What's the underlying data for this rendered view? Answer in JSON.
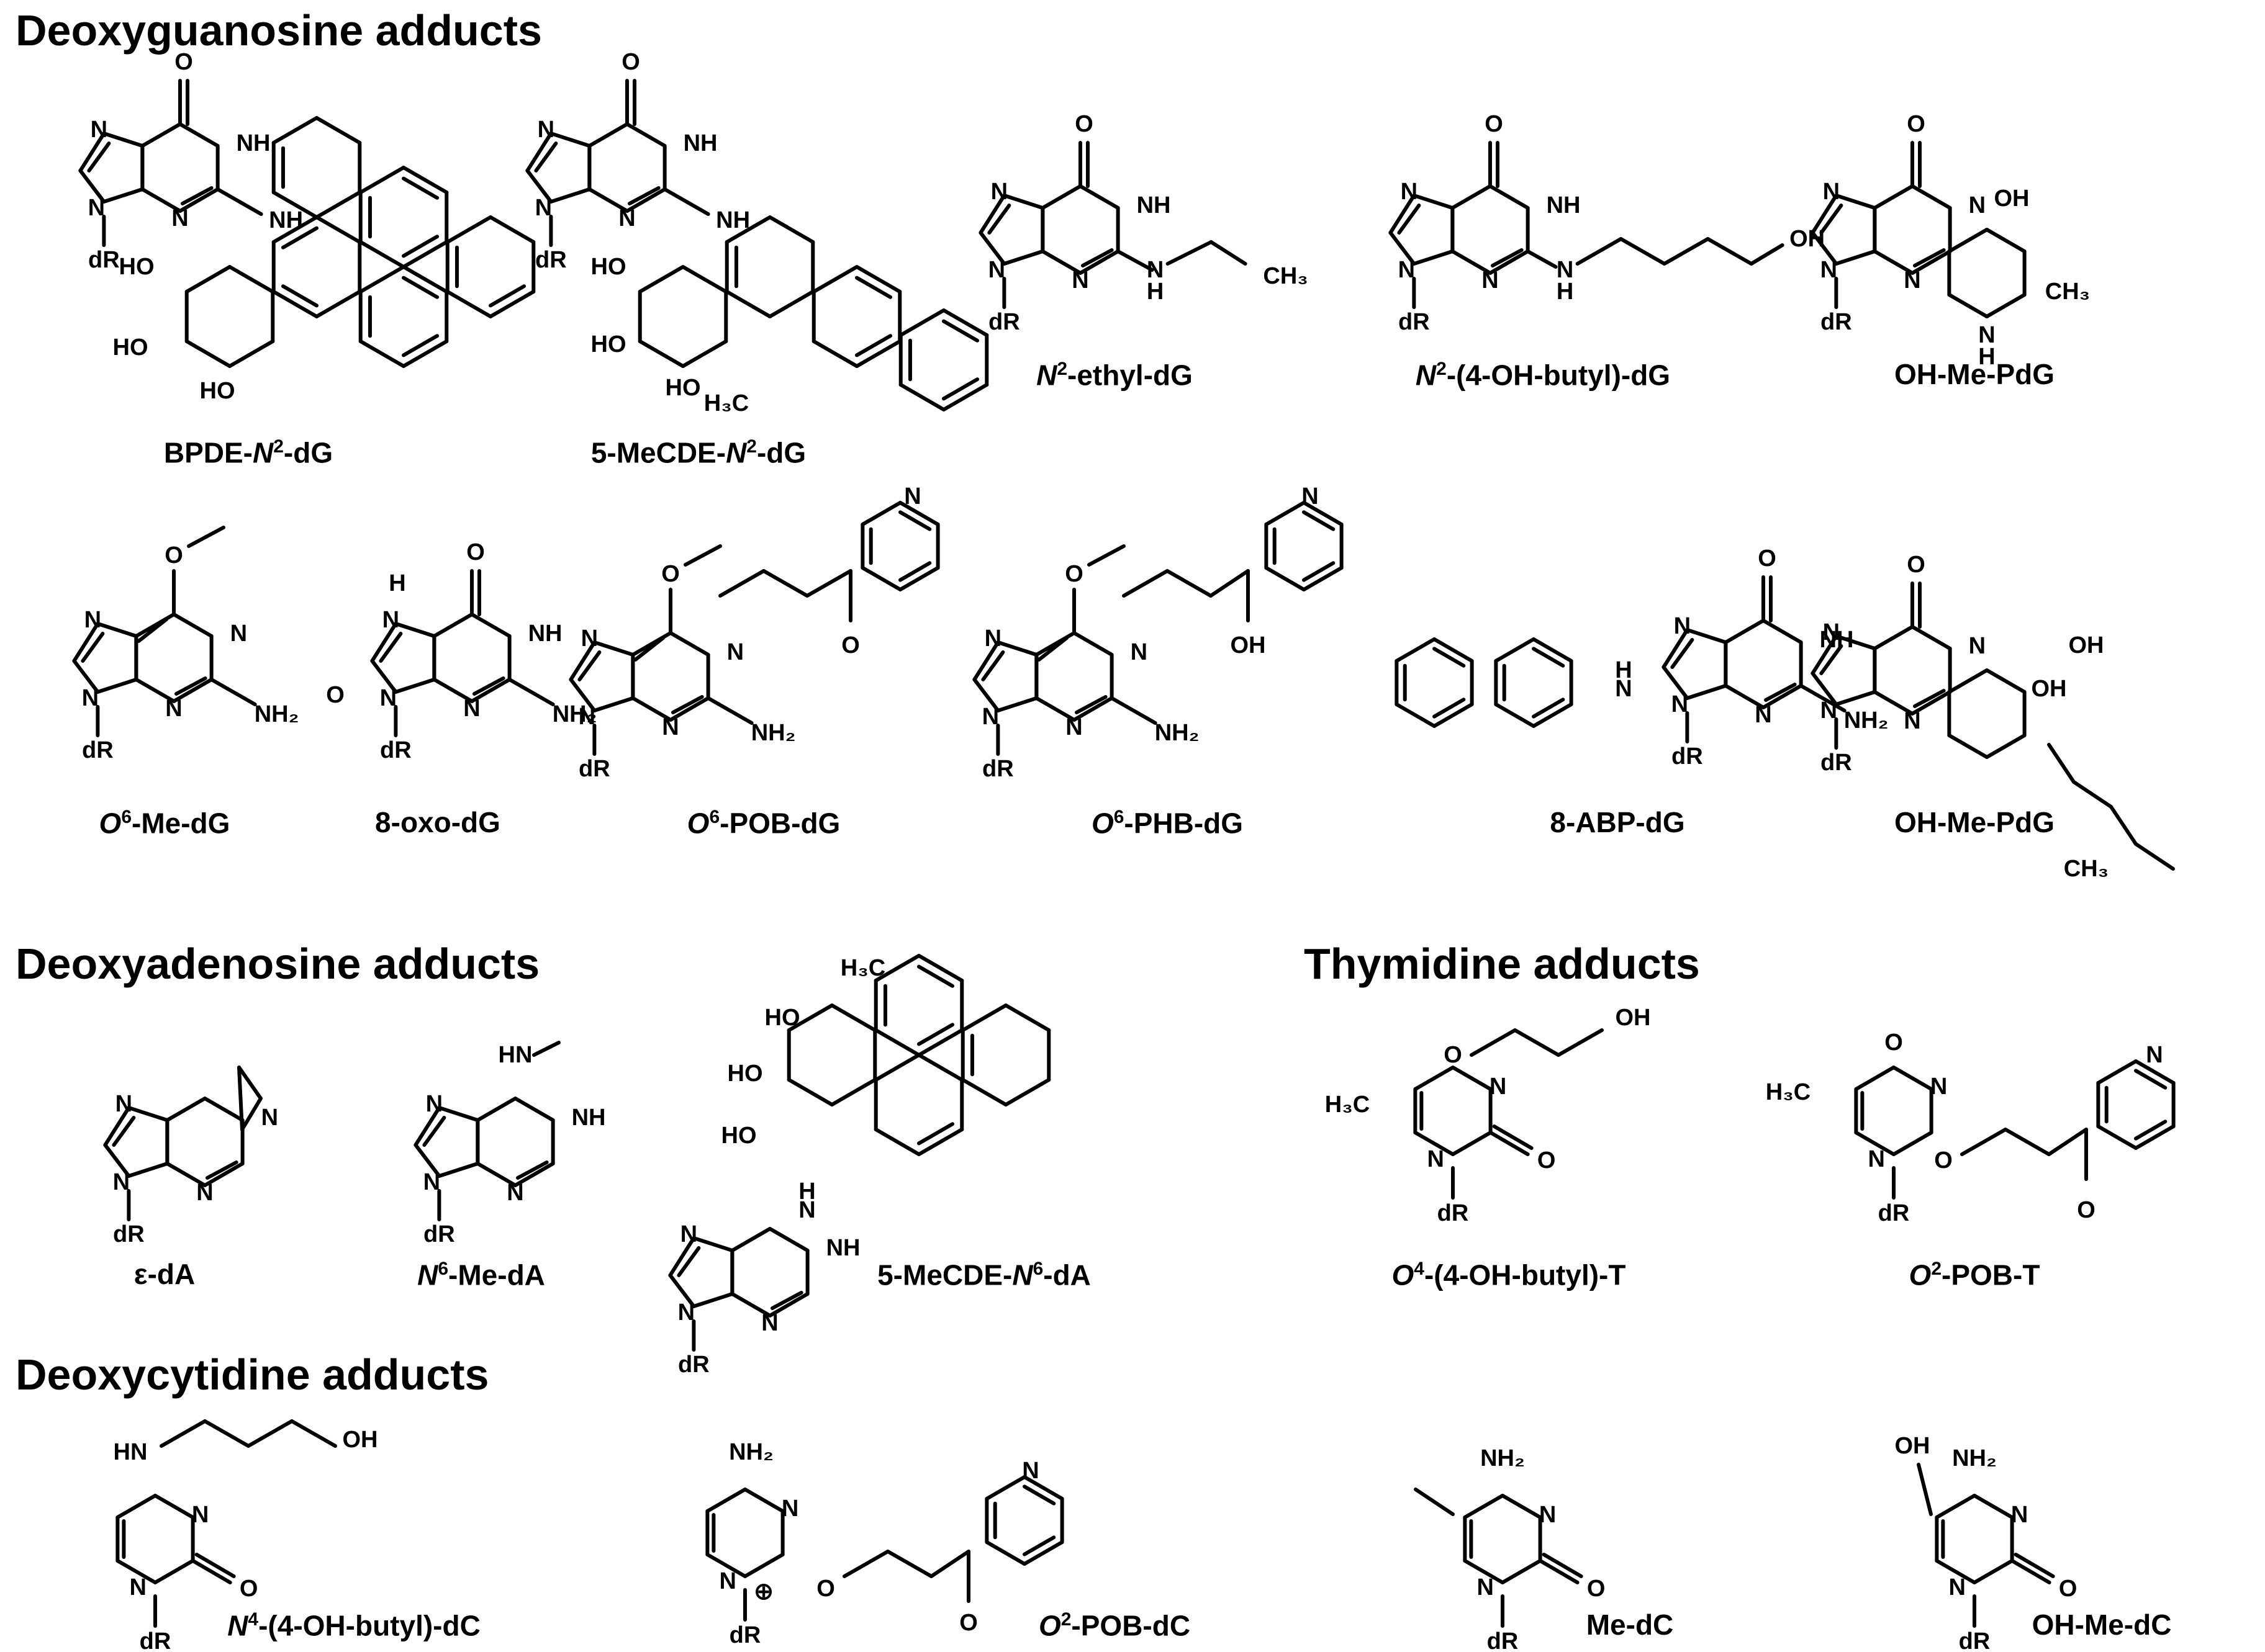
{
  "headings": {
    "dg": "Deoxyguanosine adducts",
    "da": "Deoxyadenosine adducts",
    "t": "Thymidine adducts",
    "dc": "Deoxycytidine adducts"
  },
  "labels": {
    "bpde": {
      "a": "BPDE-",
      "b": "N",
      "sup": "2",
      "c": "-dG"
    },
    "mecde_dg": {
      "a": "5-MeCDE-",
      "b": "N",
      "sup": "2",
      "c": "-dG"
    },
    "ethyl": {
      "a": "",
      "b": "N",
      "sup": "2",
      "c": "-ethyl-dG"
    },
    "ohbutyl_dg": {
      "a": "",
      "b": "N",
      "sup": "2",
      "c": "-(4-OH-butyl)-dG"
    },
    "ohmepdg1": {
      "a": "OH-Me-PdG",
      "b": "",
      "sup": "",
      "c": ""
    },
    "o6me": {
      "a": "",
      "b": "O",
      "sup": "6",
      "c": "-Me-dG"
    },
    "oxo": {
      "a": "8-oxo-dG",
      "b": "",
      "sup": "",
      "c": ""
    },
    "o6pob": {
      "a": "",
      "b": "O",
      "sup": "6",
      "c": "-POB-dG"
    },
    "o6phb": {
      "a": "",
      "b": "O",
      "sup": "6",
      "c": "-PHB-dG"
    },
    "abp": {
      "a": "8-ABP-dG",
      "b": "",
      "sup": "",
      "c": ""
    },
    "ohmepdg2": {
      "a": "OH-Me-PdG",
      "b": "",
      "sup": "",
      "c": ""
    },
    "eda": {
      "a": "ε-dA",
      "b": "",
      "sup": "",
      "c": ""
    },
    "n6me": {
      "a": "",
      "b": "N",
      "sup": "6",
      "c": "-Me-dA"
    },
    "mecde_da": {
      "a": "5-MeCDE-",
      "b": "N",
      "sup": "6",
      "c": "-dA"
    },
    "o4t": {
      "a": "",
      "b": "O",
      "sup": "4",
      "c": "-(4-OH-butyl)-T"
    },
    "o2pobt": {
      "a": "",
      "b": "O",
      "sup": "2",
      "c": "-POB-T"
    },
    "n4dc": {
      "a": "",
      "b": "N",
      "sup": "4",
      "c": "-(4-OH-butyl)-dC"
    },
    "o2pobdc": {
      "a": "",
      "b": "O",
      "sup": "2",
      "c": "-POB-dC"
    },
    "medc": {
      "a": "Me-dC",
      "b": "",
      "sup": "",
      "c": ""
    },
    "ohmedc": {
      "a": "OH-Me-dC",
      "b": "",
      "sup": "",
      "c": ""
    }
  },
  "atoms": {
    "O": "O",
    "N": "N",
    "NH": "NH",
    "HN": "HN",
    "H": "H",
    "dR": "dR",
    "NH2": "NH₂",
    "OH": "OH",
    "HO": "HO",
    "CH3": "CH₃",
    "H3C": "H₃C",
    "plus": "⊕"
  }
}
